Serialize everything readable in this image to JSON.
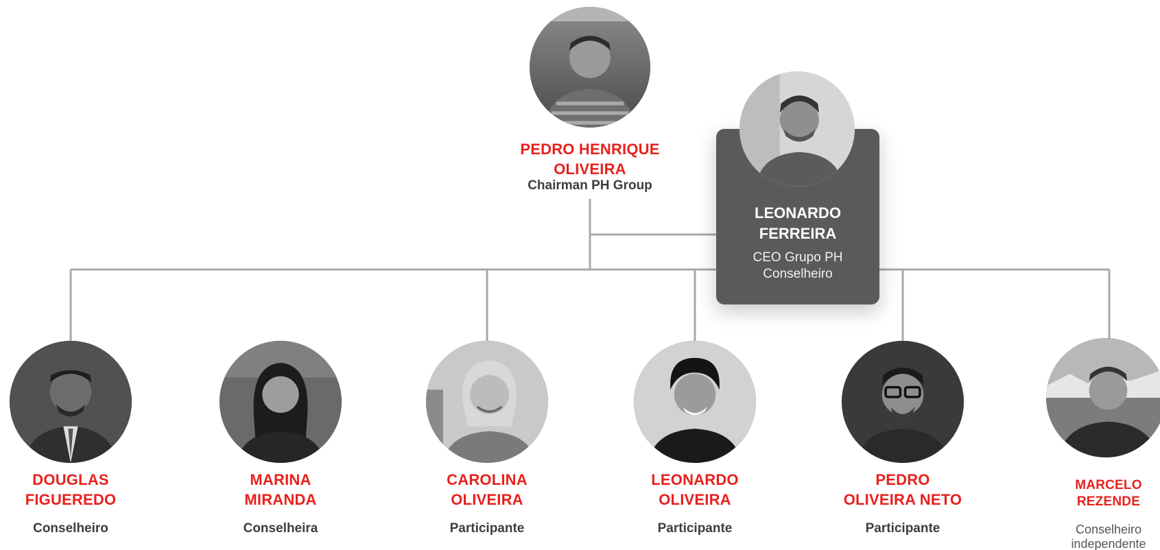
{
  "chairman": {
    "name_line1": "PEDRO HENRIQUE",
    "name_line2": "OLIVEIRA",
    "role": "Chairman PH Group"
  },
  "ceo": {
    "name_line1": "LEONARDO",
    "name_line2": "FERREIRA",
    "role_line1": "CEO Grupo PH",
    "role_line2": "Conselheiro"
  },
  "members": [
    {
      "name_line1": "DOUGLAS",
      "name_line2": "FIGUEREDO",
      "role_line1": "Conselheiro",
      "role_line2": ""
    },
    {
      "name_line1": "MARINA",
      "name_line2": "MIRANDA",
      "role_line1": "Conselheira",
      "role_line2": ""
    },
    {
      "name_line1": "CAROLINA",
      "name_line2": "OLIVEIRA",
      "role_line1": "Participante",
      "role_line2": ""
    },
    {
      "name_line1": "LEONARDO",
      "name_line2": "OLIVEIRA",
      "role_line1": "Participante",
      "role_line2": ""
    },
    {
      "name_line1": "PEDRO",
      "name_line2": "OLIVEIRA NETO",
      "role_line1": "Participante",
      "role_line2": ""
    },
    {
      "name_line1": "MARCELO",
      "name_line2": "REZENDE",
      "role_line1": "Conselheiro",
      "role_line2": "independente"
    }
  ],
  "colors": {
    "name_red": "#e8211d",
    "role_gray": "#3d3d3d",
    "card_bg": "#5a5a5a",
    "line_gray": "#a8a8a8"
  }
}
